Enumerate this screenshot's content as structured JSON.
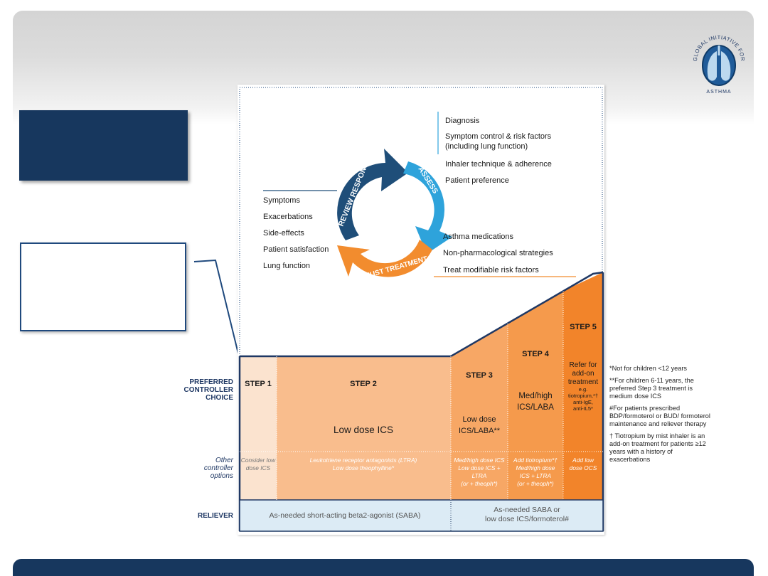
{
  "assess": {
    "arrow_label": "ASSESS",
    "items": [
      "Diagnosis",
      "Symptom control & risk factors",
      "(including lung function)",
      "Inhaler technique & adherence",
      "Patient preference"
    ]
  },
  "adjust": {
    "arrow_label": "ADJUST TREATMENT",
    "items": [
      "Asthma medications",
      "Non-pharmacological strategies",
      "Treat modifiable risk factors"
    ]
  },
  "review": {
    "arrow_label": "REVIEW RESPONSE",
    "items": [
      "Symptoms",
      "Exacerbations",
      "Side-effects",
      "Patient satisfaction",
      "Lung function"
    ]
  },
  "row_labels": {
    "preferred": [
      "PREFERRED",
      "CONTROLLER",
      "CHOICE"
    ],
    "other": [
      "Other",
      "controller",
      "options"
    ],
    "reliever": "RELIEVER"
  },
  "steps": {
    "step1": {
      "title": "STEP 1",
      "other": [
        "Consider low",
        "dose ICS"
      ]
    },
    "step2": {
      "title": "STEP 2",
      "preferred": "Low dose ICS",
      "other": [
        "Leukotriene receptor antagonists (LTRA)",
        "Low dose theophylline*"
      ]
    },
    "step3": {
      "title": "STEP 3",
      "preferred": [
        "Low dose",
        "ICS/LABA**"
      ],
      "other": [
        "Med/high dose ICS",
        "Low dose ICS +",
        "LTRA",
        "(or + theoph*)"
      ]
    },
    "step4": {
      "title": "STEP 4",
      "preferred": [
        "Med/high",
        "ICS/LABA"
      ],
      "other": [
        "Add tiotropium*†",
        "Med/high dose",
        "ICS + LTRA",
        "(or + theoph*)"
      ]
    },
    "step5": {
      "title": "STEP 5",
      "preferred": [
        "Refer for",
        "add-on",
        "treatment"
      ],
      "preferred_small": [
        "e.g.",
        "tiotropium,*†",
        "anti-IgE,",
        "anti-IL5*"
      ],
      "other": [
        "Add low",
        "dose OCS"
      ]
    }
  },
  "reliever": {
    "left": "As-needed short-acting beta2-agonist (SABA)",
    "right": [
      "As-needed SABA or",
      "low dose ICS/formoterol#"
    ]
  },
  "footnotes": [
    "*Not for children <12 years",
    "**For children 6-11 years, the preferred Step 3 treatment is medium dose ICS",
    "#For patients prescribed BDP/formoterol or BUD/ formoterol maintenance and reliever therapy",
    "† Tiotropium by mist inhaler is an add-on treatment for patients ≥12 years with a history of exacerbations"
  ],
  "logo": {
    "arc_text": "GLOBAL INITIATIVE FOR",
    "bottom_text": "ASTHMA",
    "icon": "gina-lungs-logo"
  },
  "colors": {
    "navy": "#17375e",
    "step1": "#fbe3cf",
    "step2": "#f9bd8d",
    "step3": "#f7a765",
    "step4": "#f59a4c",
    "step5": "#f2842a",
    "assess_arrow": "#2ea3db",
    "adjust_arrow": "#f28c2e",
    "review_arrow": "#1f4e79",
    "reliever_bg": "#dcebf5"
  }
}
